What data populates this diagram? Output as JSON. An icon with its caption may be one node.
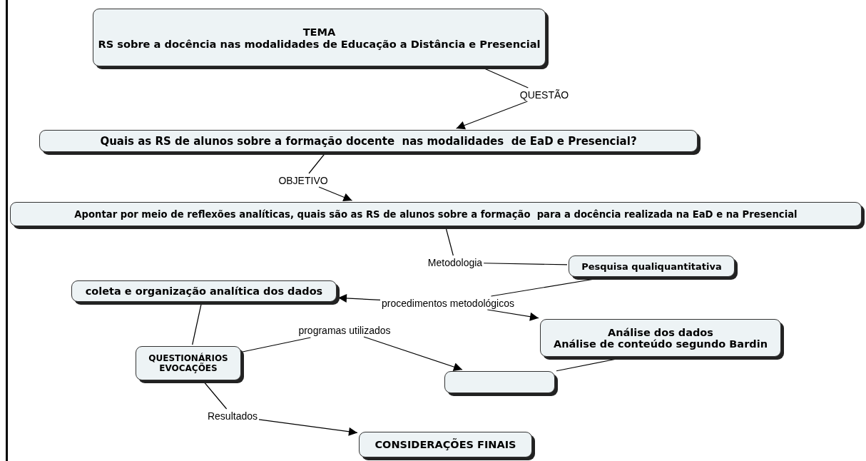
{
  "diagram": {
    "nodes": [
      {
        "text": [
          "TEMA",
          "RS sobre a docência nas modalidades de Educação a Distância e Presencial"
        ]
      },
      {
        "text": [
          "QUESTÃO"
        ]
      },
      {
        "text": [
          "Quais as RS de alunos sobre a formação docente  nas modalidades  de EaD e Presencial?"
        ]
      },
      {
        "text": [
          "OBJETIVO"
        ]
      },
      {
        "text": [
          "Apontar por meio de reflexões analíticas, quais são as RS de alunos sobre a formação  para a docência realizada na EaD e na Presencial"
        ]
      },
      {
        "text": [
          "Metodologia"
        ]
      },
      {
        "text": [
          "Pesquisa qualiquantitativa"
        ]
      },
      {
        "text": [
          "procedimentos metodológicos"
        ]
      },
      {
        "text": [
          "coleta e organização analítica dos dados"
        ]
      },
      {
        "text": [
          "Análise dos dados",
          "Análise de conteúdo segundo Bardin"
        ]
      },
      {
        "text": [
          "QUESTIONÁRIOS EVOCAÇÕES"
        ]
      },
      {
        "text": [
          "programas utilizados"
        ]
      },
      {
        "text": [],
        "shape": "box"
      },
      {
        "text": [
          "Resultados"
        ]
      },
      {
        "text": [
          "CONSIDERAÇÕES FINAIS"
        ]
      }
    ],
    "edges": [
      {
        "from": 0,
        "to": 1,
        "arrow": "none"
      },
      {
        "from": 1,
        "to": 2,
        "arrow": "to"
      },
      {
        "from": 2,
        "to": 3,
        "arrow": "none"
      },
      {
        "from": 3,
        "to": 4,
        "arrow": "to"
      },
      {
        "from": 4,
        "to": 5,
        "arrow": "none"
      },
      {
        "from": 5,
        "to": 6,
        "arrow": "none"
      },
      {
        "from": 6,
        "to": 7,
        "arrow": "none"
      },
      {
        "from": 7,
        "to": 8,
        "arrow": "to"
      },
      {
        "from": 7,
        "to": 9,
        "arrow": "to"
      },
      {
        "from": 8,
        "to": 10,
        "arrow": "none"
      },
      {
        "from": 10,
        "to": 11,
        "arrow": "none"
      },
      {
        "from": 11,
        "to": 12,
        "arrow": "to"
      },
      {
        "from": 9,
        "to": 12,
        "arrow": "none"
      },
      {
        "from": 10,
        "to": 13,
        "arrow": "none"
      },
      {
        "from": 13,
        "to": 14,
        "arrow": "to"
      }
    ]
  }
}
